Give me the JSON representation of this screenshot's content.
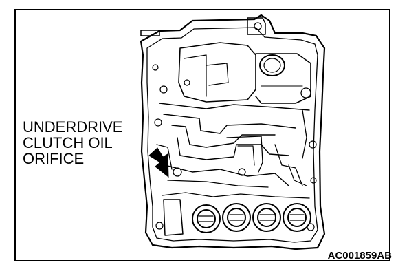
{
  "callout": {
    "line1": "UNDERDRIVE",
    "line2": "CLUTCH OIL",
    "line3": "ORIFICE"
  },
  "figure_id": "AC001859AB",
  "colors": {
    "ink": "#000000",
    "paper": "#ffffff"
  },
  "icons": {
    "pointer": "arrow-icon"
  }
}
